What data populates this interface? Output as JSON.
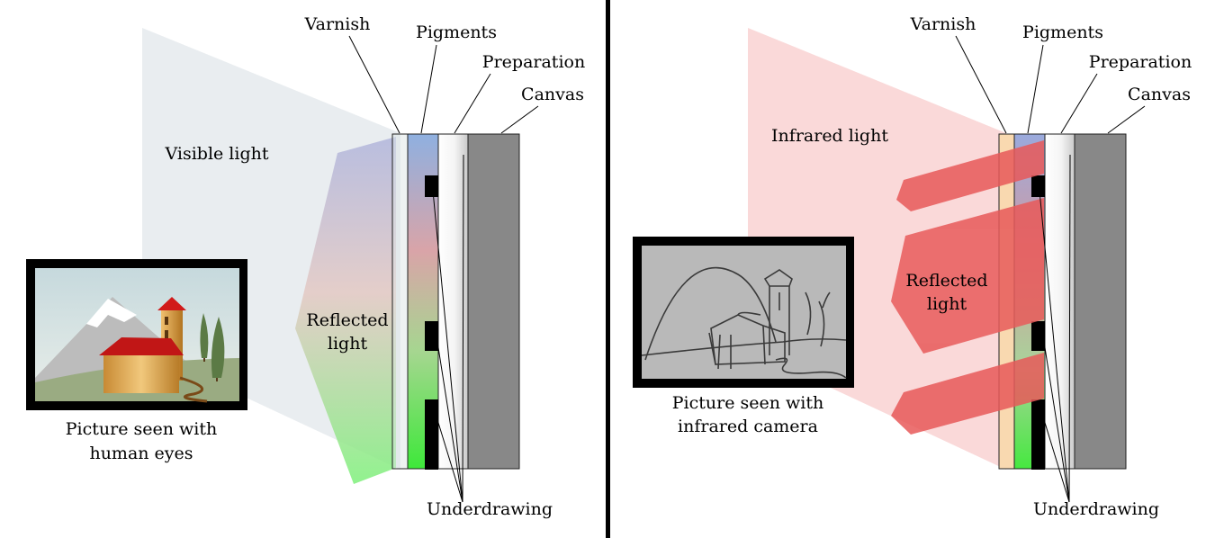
{
  "left_panel": {
    "layers": {
      "varnish": "Varnish",
      "pigments": "Pigments",
      "preparation": "Preparation",
      "canvas": "Canvas"
    },
    "light_label": "Visible light",
    "reflected_label": [
      "Reflected",
      "light"
    ],
    "picture_caption": [
      "Picture seen with",
      "human eyes"
    ],
    "underdrawing_label": "Underdrawing"
  },
  "right_panel": {
    "layers": {
      "varnish": "Varnish",
      "pigments": "Pigments",
      "preparation": "Preparation",
      "canvas": "Canvas"
    },
    "light_label": "Infrared light",
    "reflected_label": [
      "Reflected",
      "light"
    ],
    "picture_caption": [
      "Picture seen with",
      "infrared camera"
    ],
    "underdrawing_label": "Underdrawing"
  },
  "colors": {
    "visible_light": "#e3e9ec",
    "infrared_light": "#f6c0c0",
    "infrared_beam": "#e85a5a",
    "canvas": "#888888",
    "underdrawing": "#000000",
    "divider": "#000000",
    "varnish_infrared": "#f9d9b0"
  }
}
